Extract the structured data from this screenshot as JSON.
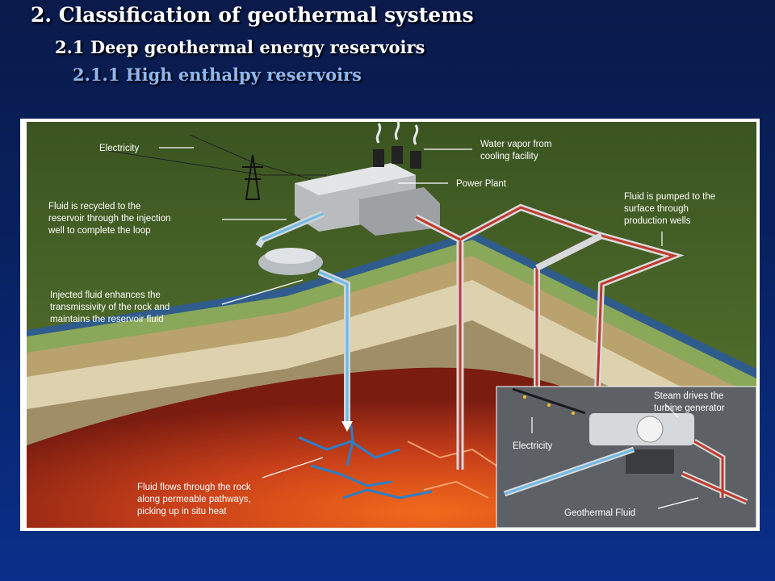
{
  "slide": {
    "heading_1": "2. Classification of geothermal systems",
    "heading_2": "2.1 Deep geothermal energy reservoirs",
    "heading_3": "2.1.1 High enthalpy  reservoirs"
  },
  "figure": {
    "labels": {
      "electricity": "Electricity",
      "water_vapor_1": "Water vapor from",
      "water_vapor_2": "cooling facility",
      "power_plant": "Power Plant",
      "recycled_1": "Fluid is recycled to the",
      "recycled_2": "reservoir through the injection",
      "recycled_3": "well to complete the loop",
      "pumped_1": "Fluid is pumped to the",
      "pumped_2": "surface through",
      "pumped_3": "production wells",
      "injected_1": "Injected fluid enhances the",
      "injected_2": "transmissivity of the rock and",
      "injected_3": "maintains the reservoir fluid",
      "flows_1": "Fluid flows through the rock",
      "flows_2": "along permeable pathways,",
      "flows_3": "picking up in situ heat"
    },
    "inset": {
      "steam_1": "Steam drives the",
      "steam_2": "turbine generator",
      "electricity": "Electricity",
      "geothermal_fluid": "Geothermal Fluid"
    },
    "colors": {
      "ground": "#4f6b2a",
      "reservoir": "#c9401a",
      "injection": "#7ec3e8",
      "production": "#c0392b"
    }
  }
}
